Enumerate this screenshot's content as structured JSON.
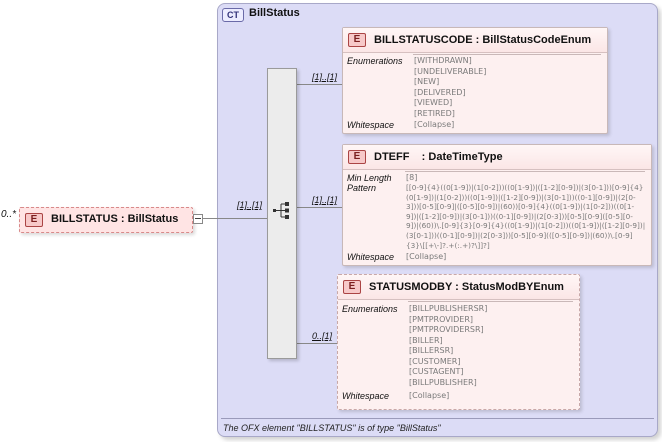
{
  "complex_type": {
    "badge": "CT",
    "name": "BillStatus"
  },
  "root": {
    "occurrence": "0..*",
    "badge": "E",
    "label": "BILLSTATUS : BillStatus"
  },
  "sequence_occurrence": "[1]..[1]",
  "elements": [
    {
      "badge": "E",
      "title": "BILLSTATUSCODE : BillStatusCodeEnum",
      "occurrence": "[1]..[1]",
      "enumerations_label": "Enumerations",
      "enumerations": [
        "[WITHDRAWN]",
        "[UNDELIVERABLE]",
        "[NEW]",
        "[DELIVERED]",
        "[VIEWED]",
        "[RETIRED]"
      ],
      "whitespace_label": "Whitespace",
      "whitespace": "[Collapse]"
    },
    {
      "badge": "E",
      "title": "DTEFF    : DateTimeType",
      "occurrence": "[1]..[1]",
      "min_length_label": "Min Length",
      "min_length": "[8]",
      "pattern_label": "Pattern",
      "pattern_lines": [
        "[[0-9]{4}((0[1-9])|(1[0-2]))((0[1-9])|([1-2][0-9])|(3[0-1]))[0-9]{4}",
        "(0[1-9])|(1[0-2]))((0[1-9])|([1-2][0-9])|(3[0-1]))((0-1][0-9])|(2[0-",
        "3]))[0-5][0-9]|([0-5][0-9])|(60))[0-9]{4}((0[1-9])|(1[0-2]))((0[1-",
        "9])|([1-2][0-9])|(3[0-1]))((0-1][0-9])|(2[0-3]))[0-5][0-9]([0-5][0-",
        "9])|(60))\\.[0-9]{3}[0-9]{4}((0[1-9])|(1[0-2]))((0[1-9])|([1-2][0-9])|",
        "(3[0-1]))((0-1][0-9])|(2[0-3]))[0-5][0-9](([0-5][0-9])|(60))\\.[0-9]",
        "{3}\\[[+\\-]?.+(:.+)?\\]]?]"
      ],
      "whitespace_label": "Whitespace",
      "whitespace": "[Collapse]"
    },
    {
      "badge": "E",
      "title": "STATUSMODBY : StatusModBYEnum",
      "occurrence": "0..[1]",
      "enumerations_label": "Enumerations",
      "enumerations": [
        "[BILLPUBLISHERSR]",
        "[PMTPROVIDER]",
        "[PMTPROVIDERSR]",
        "[BILLER]",
        "[BILLERSR]",
        "[CUSTOMER]",
        "[CUSTAGENT]",
        "[BILLPUBLISHER]"
      ],
      "whitespace_label": "Whitespace",
      "whitespace": "[Collapse]"
    }
  ],
  "footer_note": "The OFX element \"BILLSTATUS\" is of type \"BillStatus\""
}
